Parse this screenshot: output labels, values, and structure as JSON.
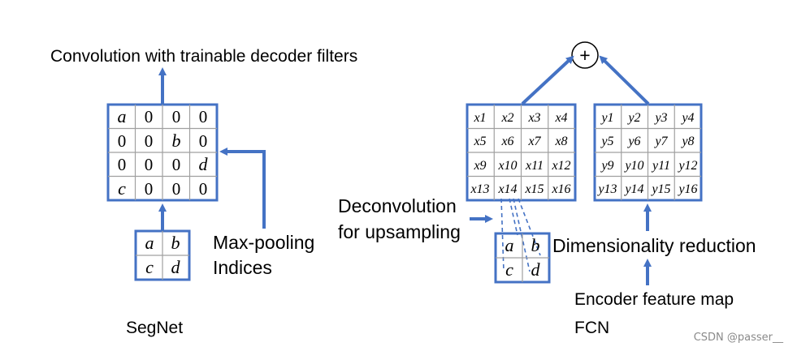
{
  "segnet": {
    "top_label": "Convolution with trainable decoder filters",
    "grid": [
      [
        "a",
        "0",
        "0",
        "0"
      ],
      [
        "0",
        "0",
        "b",
        "0"
      ],
      [
        "0",
        "0",
        "0",
        "d"
      ],
      [
        "c",
        "0",
        "0",
        "0"
      ]
    ],
    "pool_grid": [
      [
        "a",
        "b"
      ],
      [
        "c",
        "d"
      ]
    ],
    "indices_label_1": "Max-pooling",
    "indices_label_2": "Indices",
    "caption": "SegNet"
  },
  "fcn": {
    "sum_symbol": "+",
    "x_grid": [
      [
        "x1",
        "x2",
        "x3",
        "x4"
      ],
      [
        "x5",
        "x6",
        "x7",
        "x8"
      ],
      [
        "x9",
        "x10",
        "x11",
        "x12"
      ],
      [
        "x13",
        "x14",
        "x15",
        "x16"
      ]
    ],
    "y_grid": [
      [
        "y1",
        "y2",
        "y3",
        "y4"
      ],
      [
        "y5",
        "y6",
        "y7",
        "y8"
      ],
      [
        "y9",
        "y10",
        "y11",
        "y12"
      ],
      [
        "y13",
        "y14",
        "y15",
        "y16"
      ]
    ],
    "small_grid": [
      [
        "a",
        "b"
      ],
      [
        "c",
        "d"
      ]
    ],
    "deconv_label_1": "Deconvolution",
    "deconv_label_2": "for upsampling",
    "dimred_label": "Dimensionality reduction",
    "encoder_label": "Encoder feature map",
    "caption": "FCN"
  },
  "watermark": "CSDN @passer__",
  "colors": {
    "arrow": "#4472c4",
    "grid_line": "#a0a0a0",
    "grid_border": "#4472c4"
  }
}
